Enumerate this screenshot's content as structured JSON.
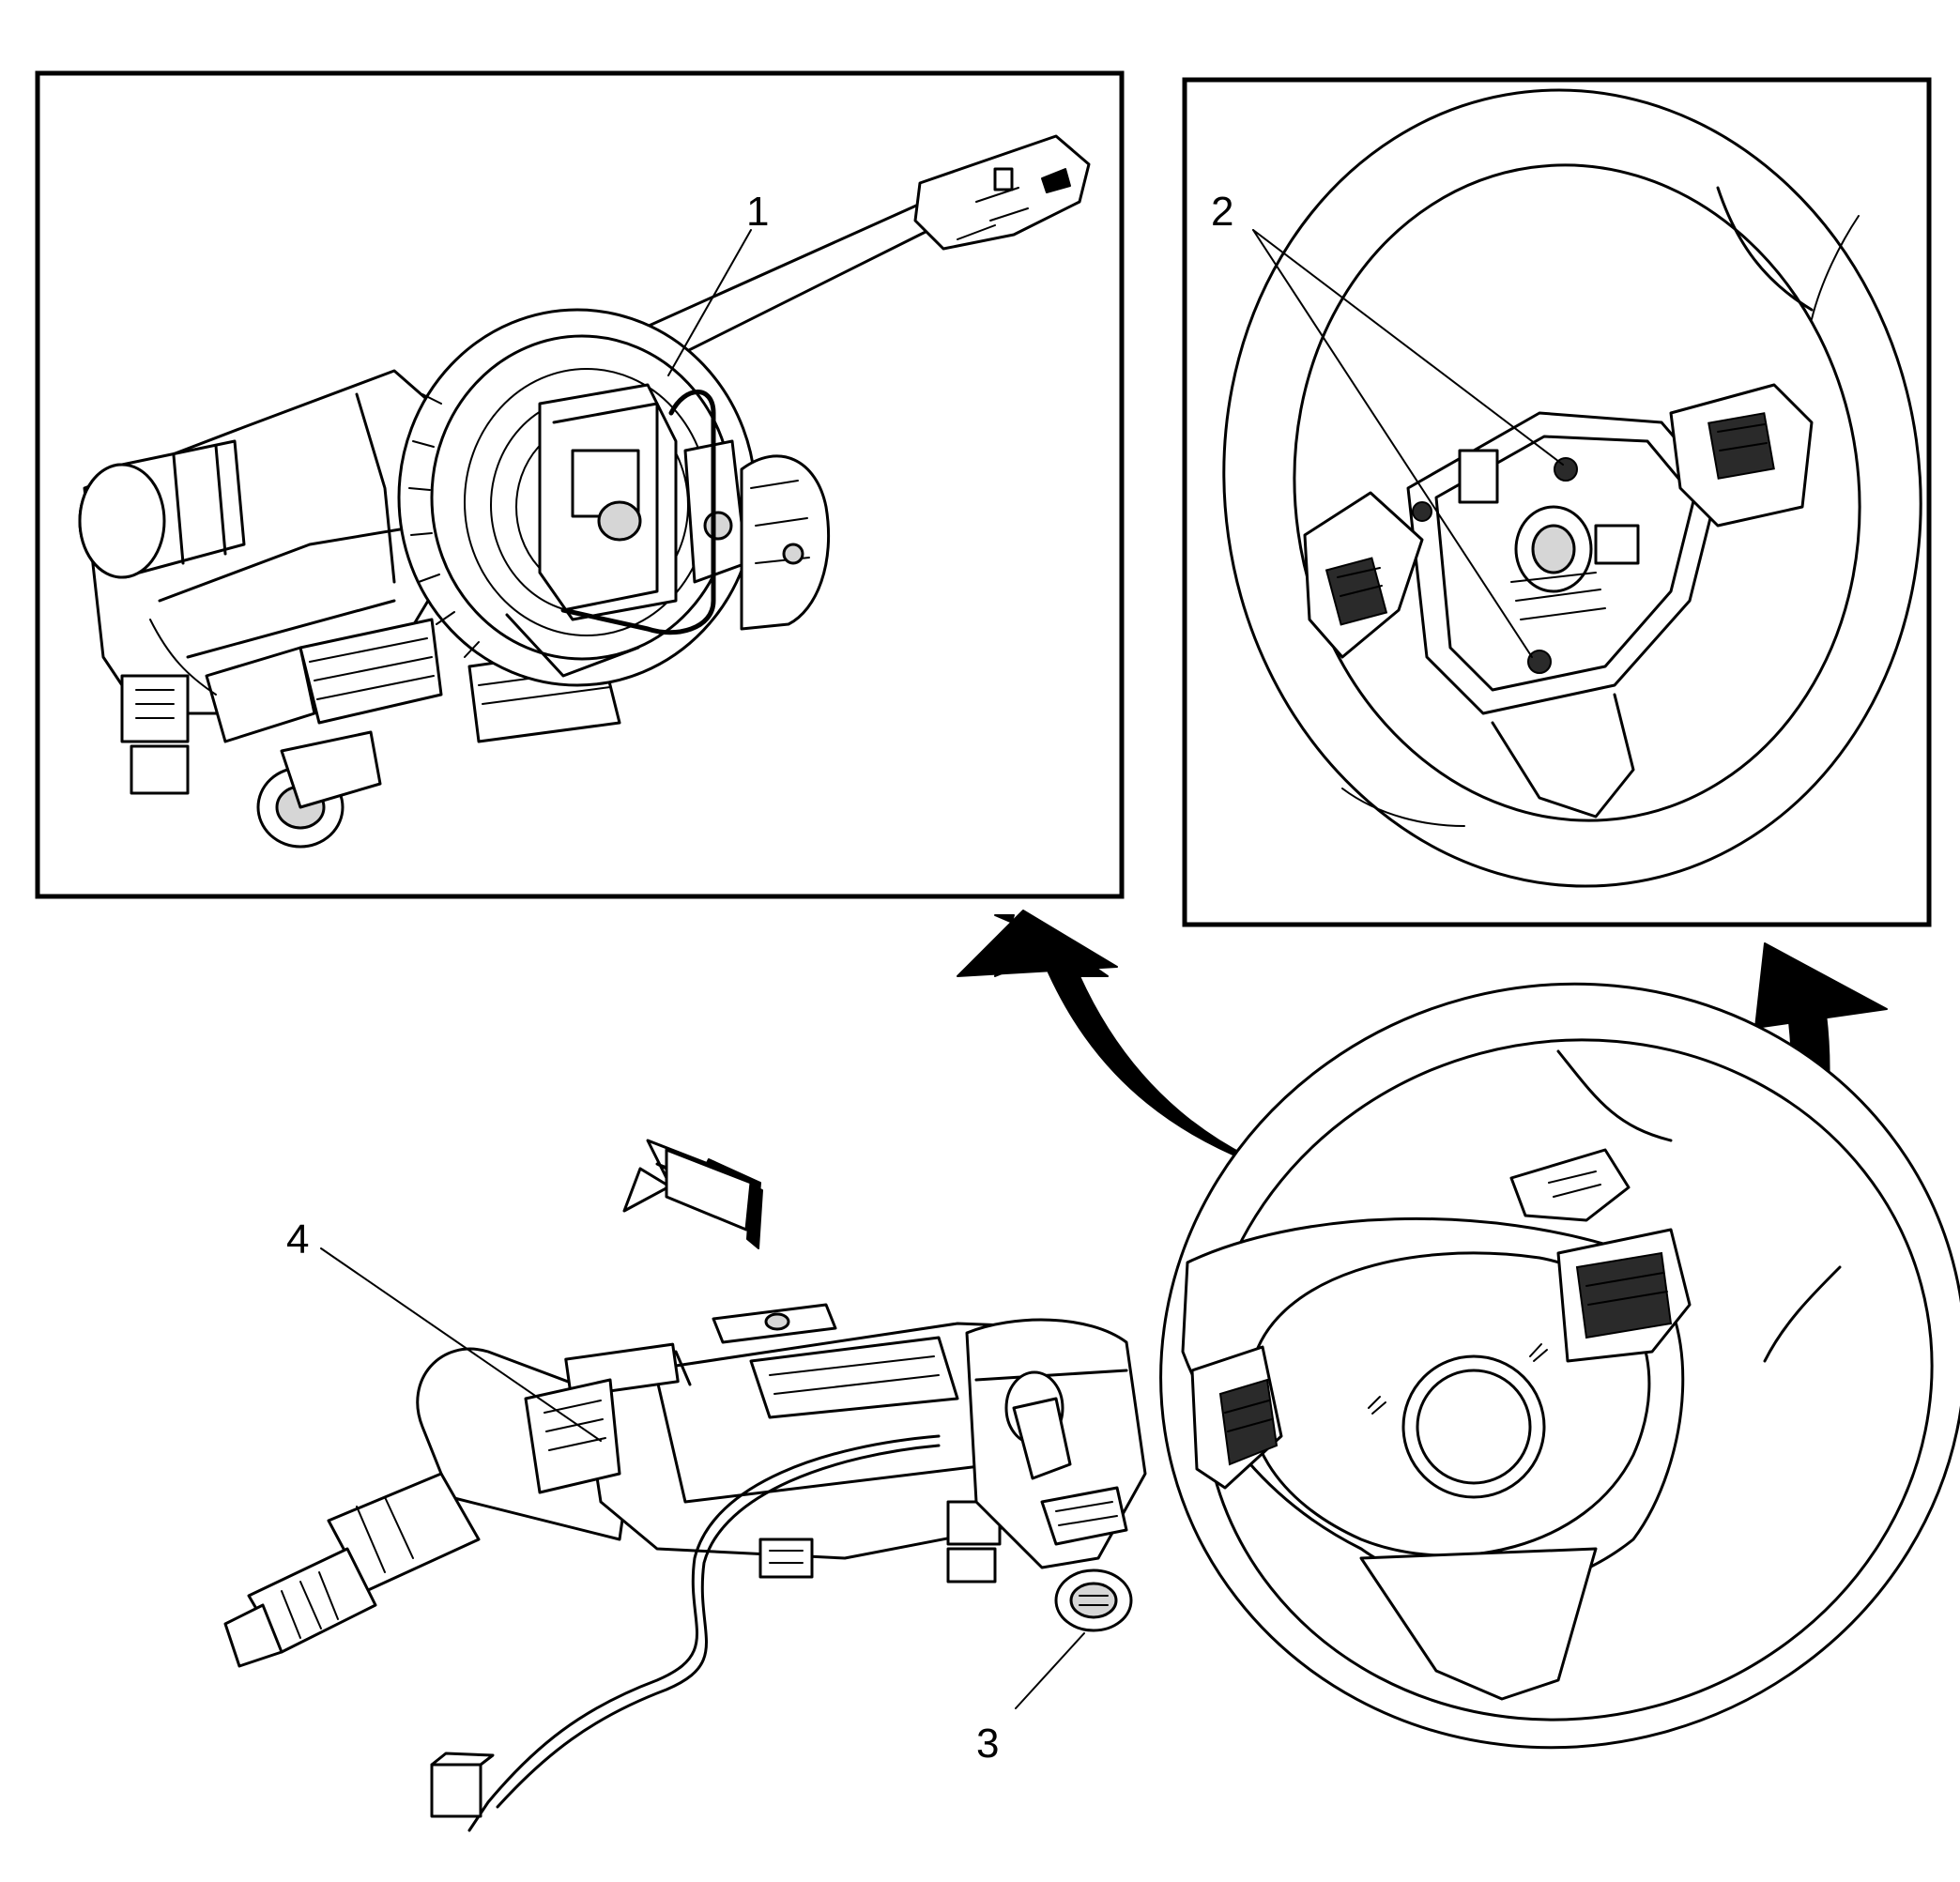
{
  "callouts": {
    "c1": "1",
    "c2": "2",
    "c3": "3",
    "c4": "4"
  }
}
